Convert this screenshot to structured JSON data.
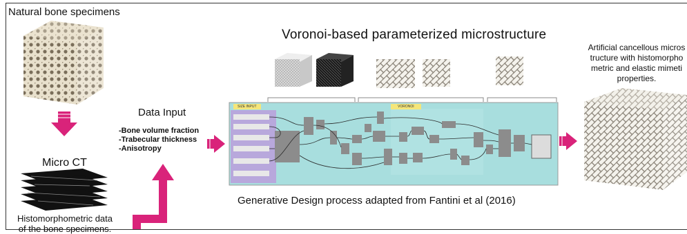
{
  "colors": {
    "accent": "#d9237a",
    "canvas_teal": "#a8dede",
    "canvas_purple": "#b8a8dc",
    "component_gray": "#8c8c8c",
    "group_yellow": "#f5e67a"
  },
  "left": {
    "specimens_title": "Natural bone specimens",
    "micro_ct": "Micro  CT",
    "histo_line1": "Histomorphometric data",
    "histo_line2": "of the bone specimens."
  },
  "input": {
    "title": "Data Input",
    "bullets": [
      "-Bone volume fraction",
      "-Trabecular thickness",
      "-Anisotropy"
    ]
  },
  "center": {
    "voronoi_title": "Voronoi-based  parameterized microstructure",
    "caption": "Generative Design process adapted from Fantini et al (2016)"
  },
  "right": {
    "line1": "Artificial cancellous micros",
    "line2": "tructure with histomorpho",
    "line3": "metric and elastic mimeti",
    "line4": "properties."
  }
}
